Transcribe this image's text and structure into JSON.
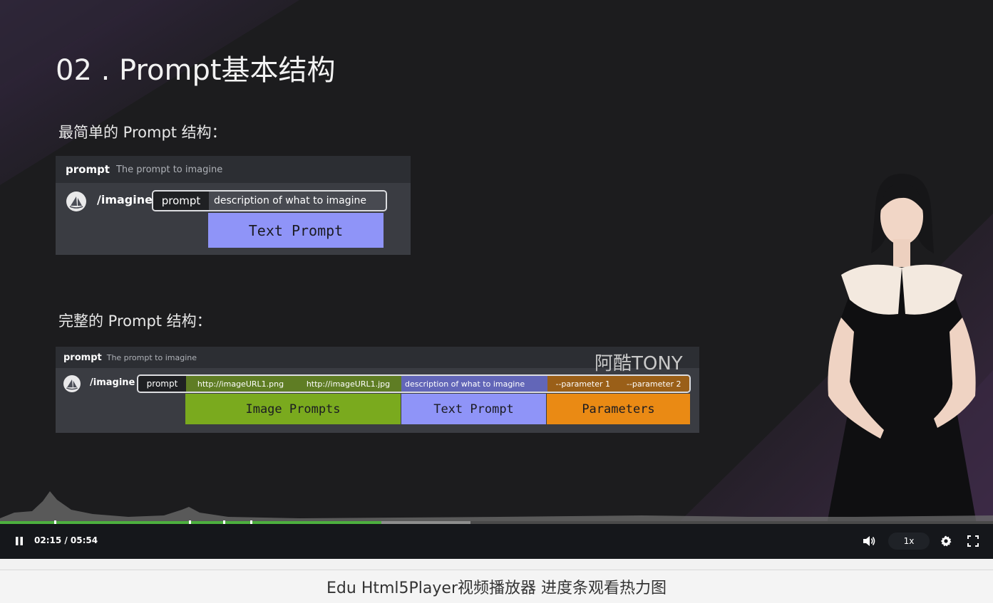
{
  "slide": {
    "title": "02 . Prompt基本结构",
    "simple_label": "最简单的 Prompt 结构：",
    "full_label": "完整的 Prompt 结构：",
    "watermark": "阿酷TONY"
  },
  "simple_panel": {
    "header_keyword": "prompt",
    "header_desc": "The prompt to imagine",
    "command": "/imagine",
    "tag": "prompt",
    "field_text": "description of what to imagine",
    "block_label": "Text Prompt"
  },
  "full_panel": {
    "header_keyword": "prompt",
    "header_desc": "The prompt to imagine",
    "command": "/imagine",
    "tag": "prompt",
    "url1": "http://imageURL1.png",
    "url2": "http://imageURL1.jpg",
    "field_text": "description of what to imagine",
    "param1": "--parameter 1",
    "param2": "--parameter 2",
    "blocks": {
      "image": "Image Prompts",
      "text": "Text Prompt",
      "params": "Parameters"
    }
  },
  "player": {
    "time": "02:15 / 05:54",
    "rate": "1x",
    "progress_played": 0.384,
    "progress_buffered": 0.474,
    "icons": {
      "pause": "pause-icon",
      "volume": "volume-icon",
      "settings": "gear-icon",
      "fullscreen": "fullscreen-icon"
    }
  },
  "caption": "Edu Html5Player视频播放器 进度条观看热力图",
  "colors": {
    "panel_bg": "#3a3c42",
    "image_block": "#7aaa1e",
    "text_block": "#8f94f8",
    "param_block": "#ea8a14",
    "progress_played": "#4caf3e"
  }
}
